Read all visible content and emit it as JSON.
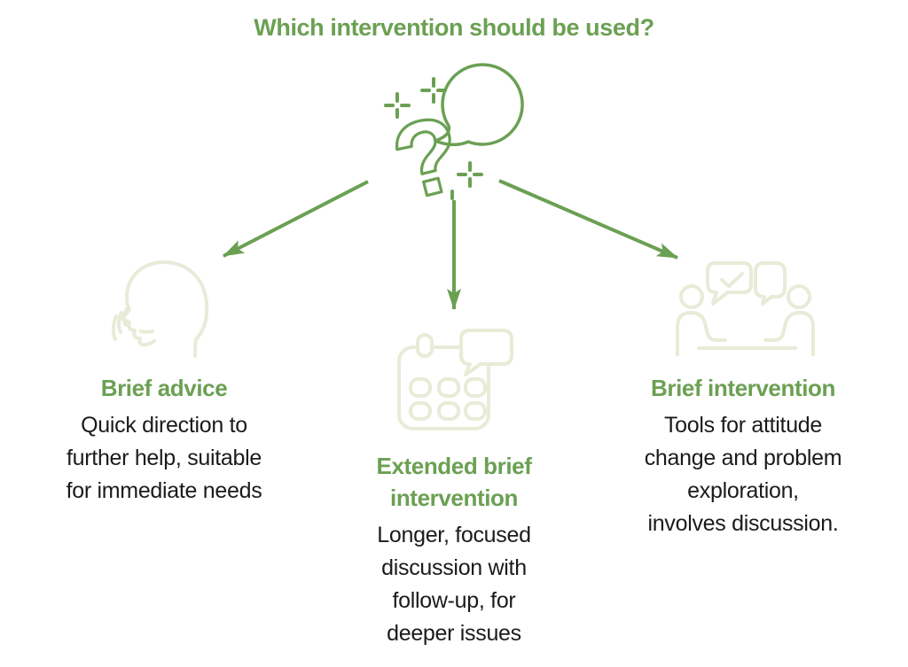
{
  "title": "Which intervention should be used?",
  "colors": {
    "accent": "#6BA053",
    "pale_icon": "#E8EBD7",
    "body_text": "#1B1B1B",
    "background": "#FFFFFF"
  },
  "center_icon": {
    "name": "question-speech-bubble-icon",
    "glyph": "?"
  },
  "arrows": [
    {
      "name": "arrow-to-brief-advice",
      "direction": "down-left"
    },
    {
      "name": "arrow-to-extended-brief-intervention",
      "direction": "down"
    },
    {
      "name": "arrow-to-brief-intervention",
      "direction": "down-right"
    }
  ],
  "options": [
    {
      "id": "brief-advice",
      "icon": "speaking-head-icon",
      "heading": "Brief advice",
      "body": "Quick direction to\nfurther help, suitable\nfor immediate needs"
    },
    {
      "id": "extended-brief-intervention",
      "icon": "calendar-chat-icon",
      "heading": "Extended brief\nintervention",
      "body": "Longer, focused\ndiscussion with\nfollow-up, for\ndeeper issues"
    },
    {
      "id": "brief-intervention",
      "icon": "discussion-people-icon",
      "heading": "Brief intervention",
      "body": "Tools for attitude\nchange and problem\nexploration,\ninvolves discussion."
    }
  ]
}
